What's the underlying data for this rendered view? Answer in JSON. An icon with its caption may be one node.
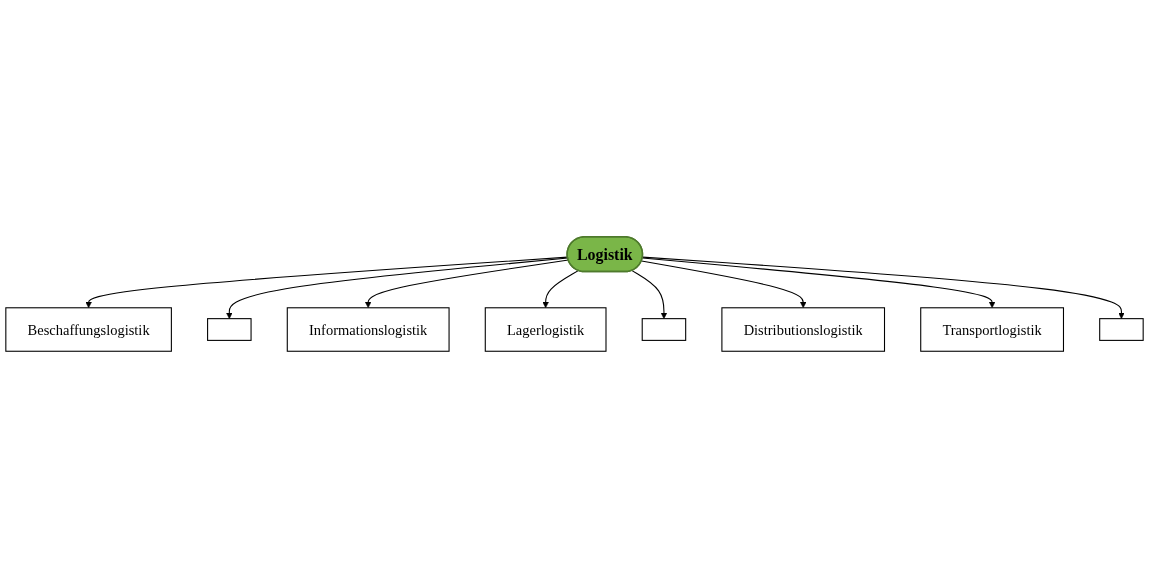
{
  "diagram": {
    "nodes": [
      {
        "text": [
          "Beschaffungslogistik"
        ]
      },
      {
        "text": [],
        "shape": "box"
      },
      {
        "text": [
          "Informationslogistik"
        ]
      },
      {
        "text": [
          "Lagerlogistik"
        ]
      },
      {
        "text": [
          "Logistik"
        ]
      },
      {
        "text": [],
        "shape": "box"
      },
      {
        "text": [
          "Distributionslogistik"
        ]
      },
      {
        "text": [
          "Transportlogistik"
        ]
      },
      {
        "text": [],
        "shape": "box"
      }
    ],
    "edges": [
      {
        "from": 4,
        "to": 0,
        "arrow": "to"
      },
      {
        "from": 4,
        "to": 1,
        "arrow": "to"
      },
      {
        "from": 4,
        "to": 2,
        "arrow": "to"
      },
      {
        "from": 4,
        "to": 3,
        "arrow": "to"
      },
      {
        "from": 4,
        "to": 5,
        "arrow": "to"
      },
      {
        "from": 4,
        "to": 6,
        "arrow": "to"
      },
      {
        "from": 4,
        "to": 7,
        "arrow": "to"
      },
      {
        "from": 4,
        "to": 8,
        "arrow": "to"
      }
    ]
  }
}
